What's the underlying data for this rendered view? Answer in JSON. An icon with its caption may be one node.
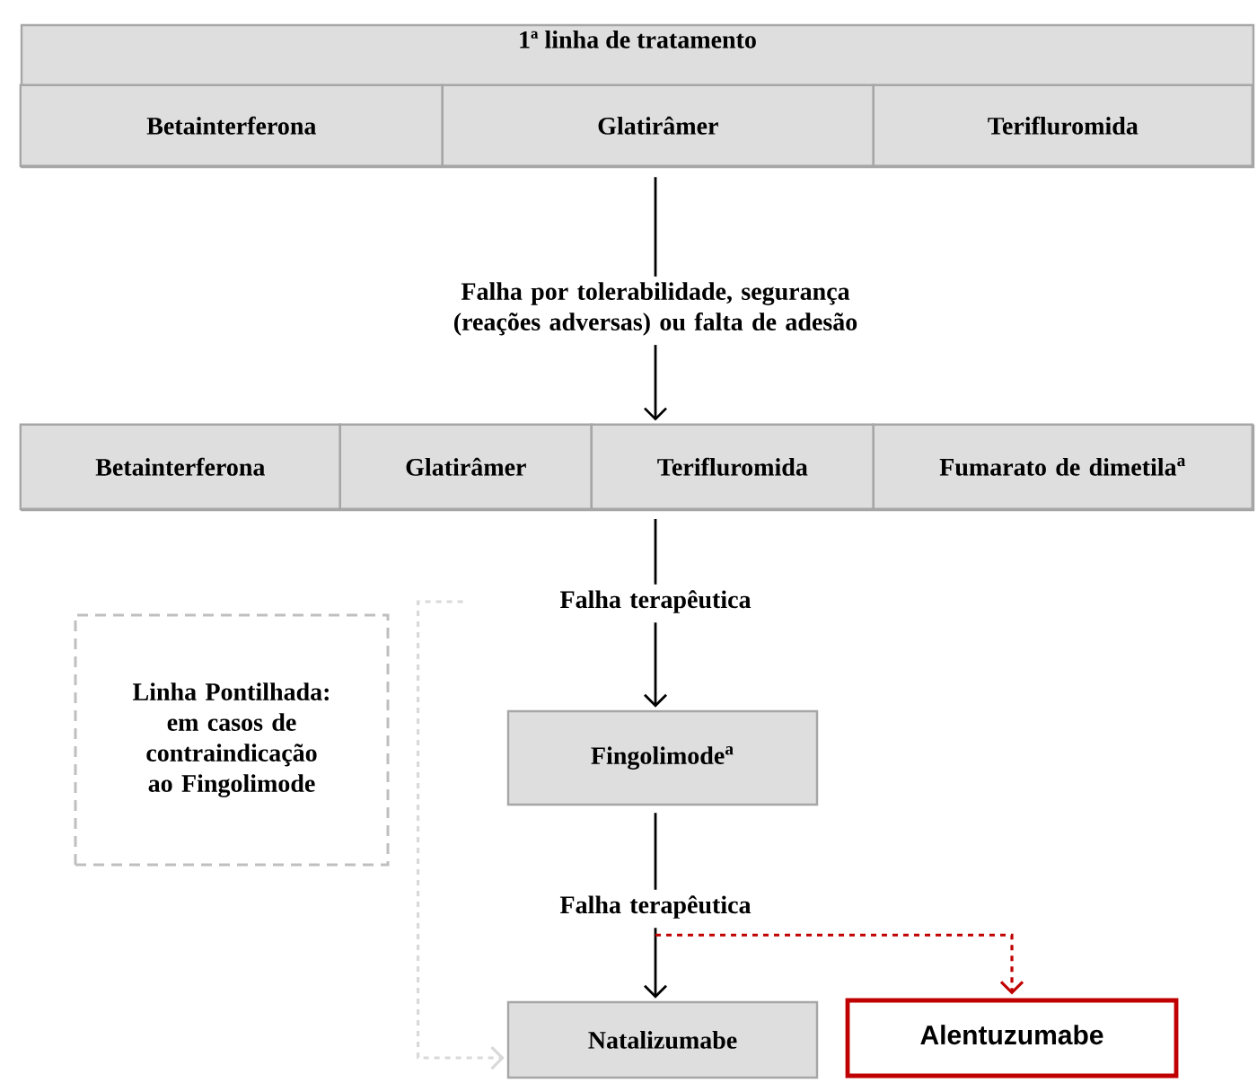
{
  "diagram": {
    "nodes": [
      {
        "text": [
          "1ª linha de tratamento"
        ]
      },
      {
        "text": [
          "Betainterferona"
        ],
        "in": 0
      },
      {
        "text": [
          "Glatirâmer"
        ],
        "in": 0
      },
      {
        "text": [
          "Terifluromida"
        ],
        "in": 0
      },
      {
        "text": [
          "Falha por tolerabilidade, segurança (reações adversas) ou falta de adesão"
        ]
      },
      {
        "text": [],
        "shape": "box"
      },
      {
        "text": [
          "Betainterferona"
        ],
        "in": 5
      },
      {
        "text": [
          "Glatirâmer"
        ],
        "in": 5
      },
      {
        "text": [
          "Terifluromida"
        ],
        "in": 5
      },
      {
        "text": [
          "Fumarato de dimetila$^{a}$"
        ],
        "in": 5
      },
      {
        "text": [
          "Falha terapêutica"
        ]
      },
      {
        "text": [
          "Fingolimode$^{a}$"
        ]
      },
      {
        "text": [
          "Linha Pontilhada: em casos de contraindicação ao Fingolimode"
        ]
      },
      {
        "text": [
          "Falha terapêutica"
        ]
      },
      {
        "text": [
          "Natalizumabe"
        ]
      },
      {
        "text": [
          "Alentuzumabe"
        ]
      }
    ],
    "edges": [
      {
        "from": 0,
        "to": 4,
        "arrow": "none"
      },
      {
        "from": 4,
        "to": 8,
        "arrow": "to"
      },
      {
        "from": 8,
        "to": 10,
        "arrow": "none"
      },
      {
        "from": 10,
        "to": 11,
        "arrow": "to"
      },
      {
        "from": 10,
        "to": 14,
        "arrow": "to",
        "style": "dashed",
        "color": "#d9d9d9"
      },
      {
        "from": 11,
        "to": 13,
        "arrow": "none"
      },
      {
        "from": 13,
        "to": 14,
        "arrow": "to"
      },
      {
        "from": 13,
        "to": 15,
        "arrow": "to",
        "style": "dashed",
        "color": "#c00000"
      }
    ]
  }
}
